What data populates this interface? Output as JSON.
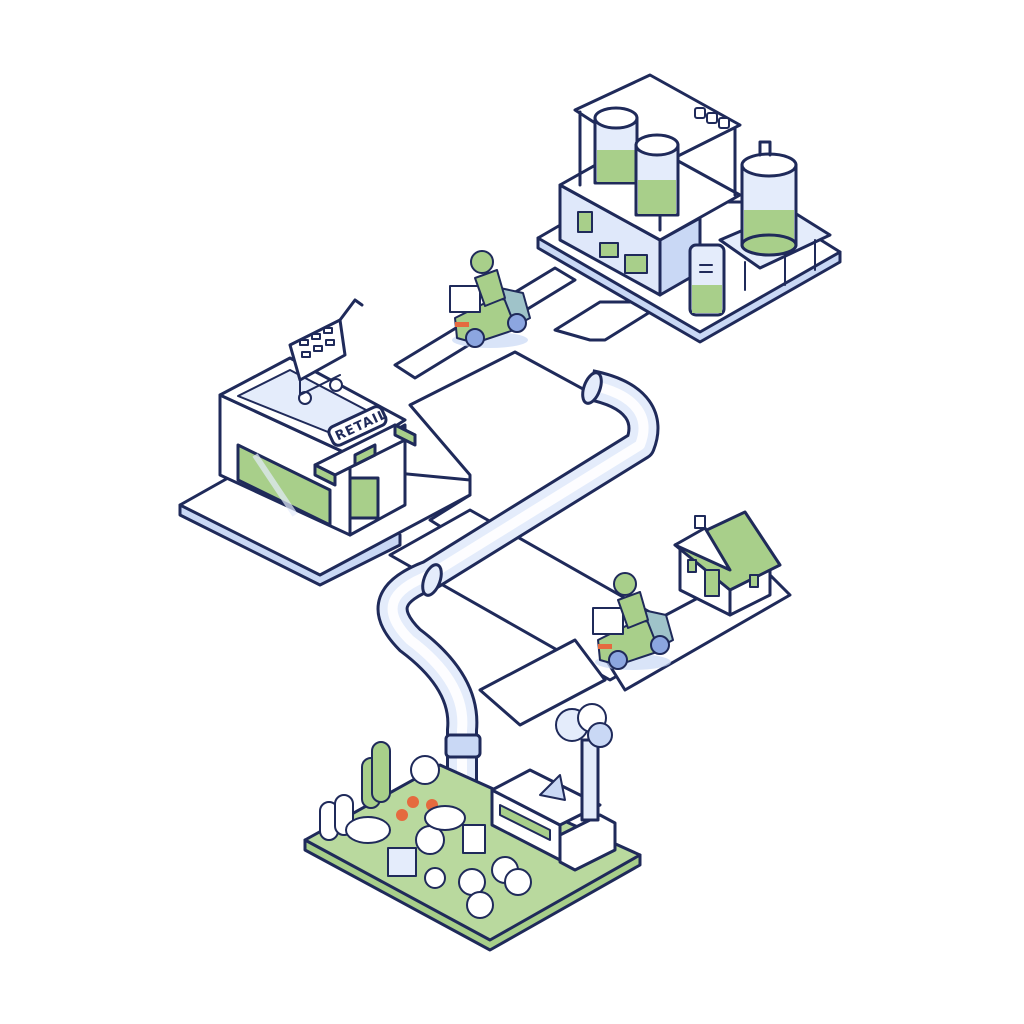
{
  "title": "Isometric supply chain illustration",
  "colors": {
    "outline": "#1f2a5a",
    "green": "#a8cf8a",
    "green_dark": "#8fbf6e",
    "light_blue": "#c9d8f5",
    "pale_blue": "#e4ecfb",
    "accent_orange": "#e56a3f",
    "background": "#ffffff"
  },
  "nodes": {
    "factory_lab": {
      "label": "Processing plant with tanks"
    },
    "retail_store": {
      "label": "Retail store",
      "sign_text": "RETAIL",
      "icon": "shopping-cart-icon"
    },
    "house": {
      "label": "Customer home"
    },
    "raw_materials": {
      "label": "Raw materials / farm & factory"
    }
  },
  "connectors": {
    "pipeline": {
      "label": "Pipeline"
    },
    "couriers": [
      {
        "label": "Delivery scooter to retail"
      },
      {
        "label": "Delivery scooter to home"
      }
    ]
  }
}
